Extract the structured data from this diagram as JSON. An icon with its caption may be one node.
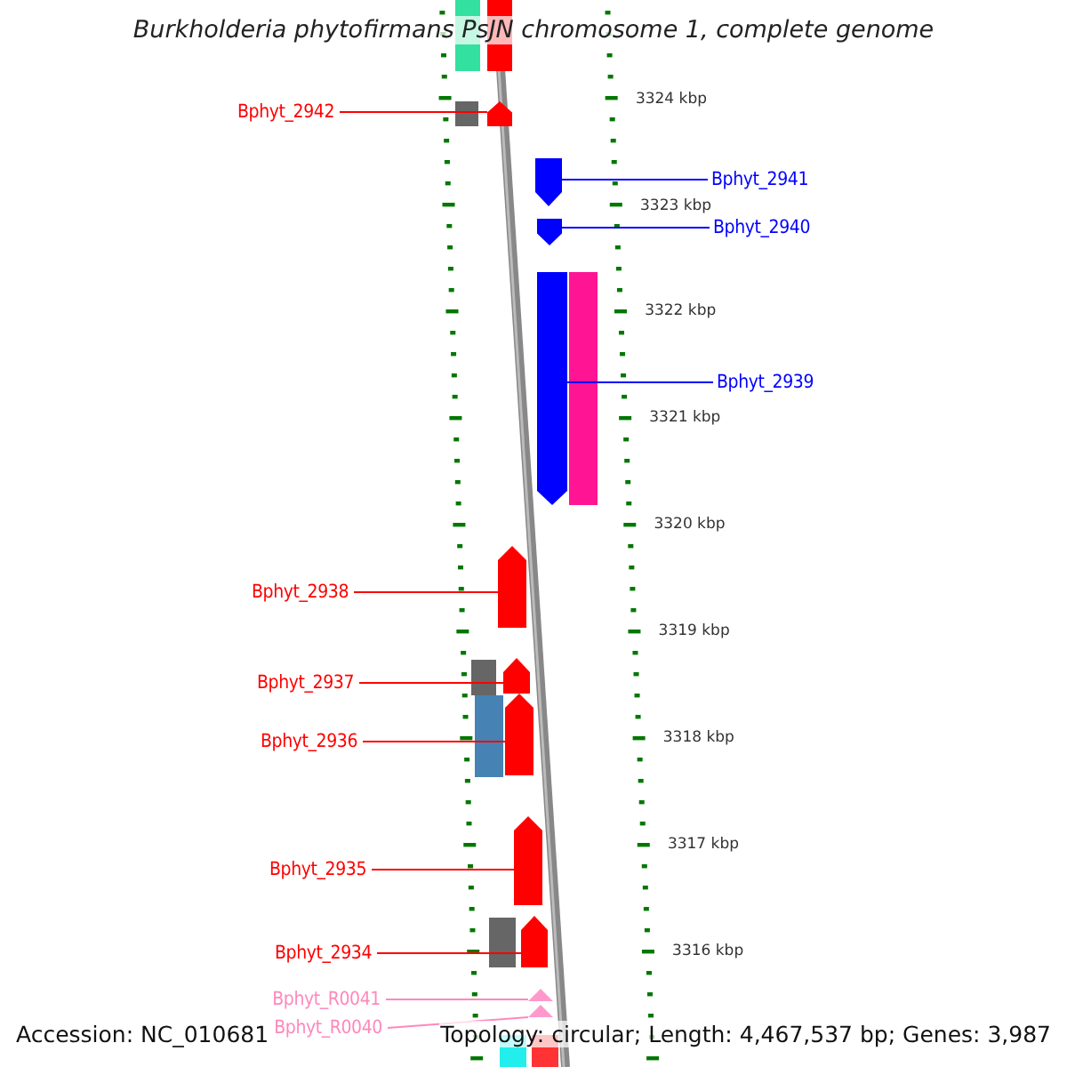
{
  "diagram": {
    "title": "Burkholderia phytofirmans PsJN chromosome 1, complete genome",
    "nodes": [
      {
        "text": [],
        "shape": "box"
      },
      {
        "text": [],
        "shape": "box"
      },
      {
        "text": [],
        "shape": "box"
      },
      {
        "text": [],
        "shape": "pentagon"
      },
      {
        "text": [],
        "shape": "pentagon"
      },
      {
        "text": [],
        "shape": "pentagon"
      },
      {
        "text": [],
        "shape": "pentagon"
      },
      {
        "text": [],
        "shape": "box"
      },
      {
        "text": [],
        "shape": "pentagon"
      },
      {
        "text": [],
        "shape": "box"
      },
      {
        "text": [],
        "shape": "pentagon"
      },
      {
        "text": [],
        "shape": "box"
      },
      {
        "text": [],
        "shape": "pentagon"
      },
      {
        "text": [],
        "shape": "pentagon"
      },
      {
        "text": [],
        "shape": "box"
      },
      {
        "text": [],
        "shape": "pentagon"
      },
      {
        "text": [],
        "shape": "triangle"
      },
      {
        "text": [],
        "shape": "triangle"
      },
      {
        "text": [],
        "shape": "box"
      },
      {
        "text": [],
        "shape": "box"
      },
      {
        "text": [
          "Bphyt_2942"
        ]
      },
      {
        "text": [
          "Bphyt_2941"
        ]
      },
      {
        "text": [
          "Bphyt_2940"
        ]
      },
      {
        "text": [
          "Bphyt_2939"
        ]
      },
      {
        "text": [
          "Bphyt_2938"
        ]
      },
      {
        "text": [
          "Bphyt_2937"
        ]
      },
      {
        "text": [
          "Bphyt_2936"
        ]
      },
      {
        "text": [
          "Bphyt_2935"
        ]
      },
      {
        "text": [
          "Bphyt_2934"
        ]
      },
      {
        "text": [
          "Bphyt_R0041"
        ]
      },
      {
        "text": [
          "Bphyt_R0040"
        ]
      }
    ],
    "edges": [
      {
        "from": 20,
        "to": 3,
        "arrow": "none"
      },
      {
        "from": 21,
        "to": 4,
        "arrow": "none",
        "color": "#0000ff"
      },
      {
        "from": 22,
        "to": 5,
        "arrow": "none",
        "color": "#0000ff"
      },
      {
        "from": 23,
        "to": 6,
        "arrow": "none",
        "color": "#0000ff"
      },
      {
        "from": 24,
        "to": 8,
        "arrow": "none"
      },
      {
        "from": 25,
        "to": 10,
        "arrow": "none"
      },
      {
        "from": 26,
        "to": 12,
        "arrow": "none"
      },
      {
        "from": 27,
        "to": 13,
        "arrow": "none"
      },
      {
        "from": 28,
        "to": 15,
        "arrow": "none"
      },
      {
        "from": 29,
        "to": 16,
        "arrow": "none",
        "color": "#ff88bb"
      },
      {
        "from": 30,
        "to": 17,
        "arrow": "none",
        "color": "#ff88bb"
      }
    ],
    "labels": [
      "3324 kbp",
      "3323 kbp",
      "3322 kbp",
      "3321 kbp",
      "3320 kbp",
      "3319 kbp",
      "3318 kbp",
      "3317 kbp",
      "3316 kbp",
      "Accession: NC_010681",
      "Topology: circular; Length: 4,467,537 bp; Genes: 3,987"
    ]
  }
}
